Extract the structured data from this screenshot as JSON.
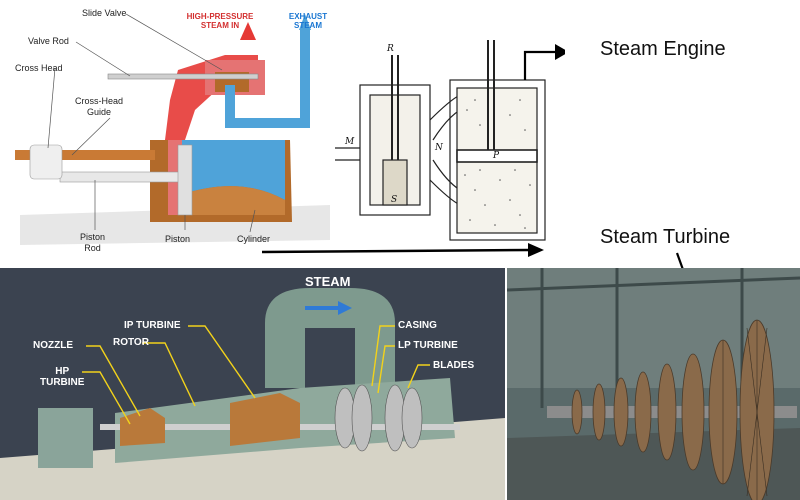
{
  "engine_diagram": {
    "labels": {
      "slide_valve": "Slide Valve",
      "high_pressure": "HIGH-PRESSURE",
      "steam_in": "STEAM IN",
      "exhaust": "EXHAUST",
      "exhaust_steam": "STEAM",
      "valve_rod": "Valve Rod",
      "cross_head": "Cross Head",
      "cross_head_guide_1": "Cross-Head",
      "cross_head_guide_2": "Guide",
      "piston_rod_1": "Piston",
      "piston_rod_2": "Rod",
      "piston": "Piston",
      "cylinder": "Cylinder"
    },
    "colors": {
      "steam_red": "#e53935",
      "steam_blue": "#4fa3d9",
      "metal_brown": "#b26a2a"
    }
  },
  "sketch": {
    "letters": {
      "r": "R",
      "m": "M",
      "n": "N",
      "p": "P",
      "s": "S"
    }
  },
  "captions": {
    "steam_engine": "Steam Engine",
    "steam_turbine": "Steam Turbine"
  },
  "turbine_cutaway": {
    "steam": "STEAM",
    "ip_turbine": "IP TURBINE",
    "casing": "CASING",
    "lp_turbine": "LP TURBINE",
    "nozzle": "NOZZLE",
    "rotor": "ROTOR",
    "blades": "BLADES",
    "hp_1": "HP",
    "hp_2": "TURBINE",
    "colors": {
      "background": "#3b4350",
      "housing": "#7e9a8e",
      "leader": "#f2d21b",
      "flow_arrow": "#2f7ad6"
    }
  },
  "photo": {
    "icon": "turbine-rotor-photo",
    "colors": {
      "rotor": "#8a6a4a",
      "hall": "#5a6a6a"
    }
  }
}
